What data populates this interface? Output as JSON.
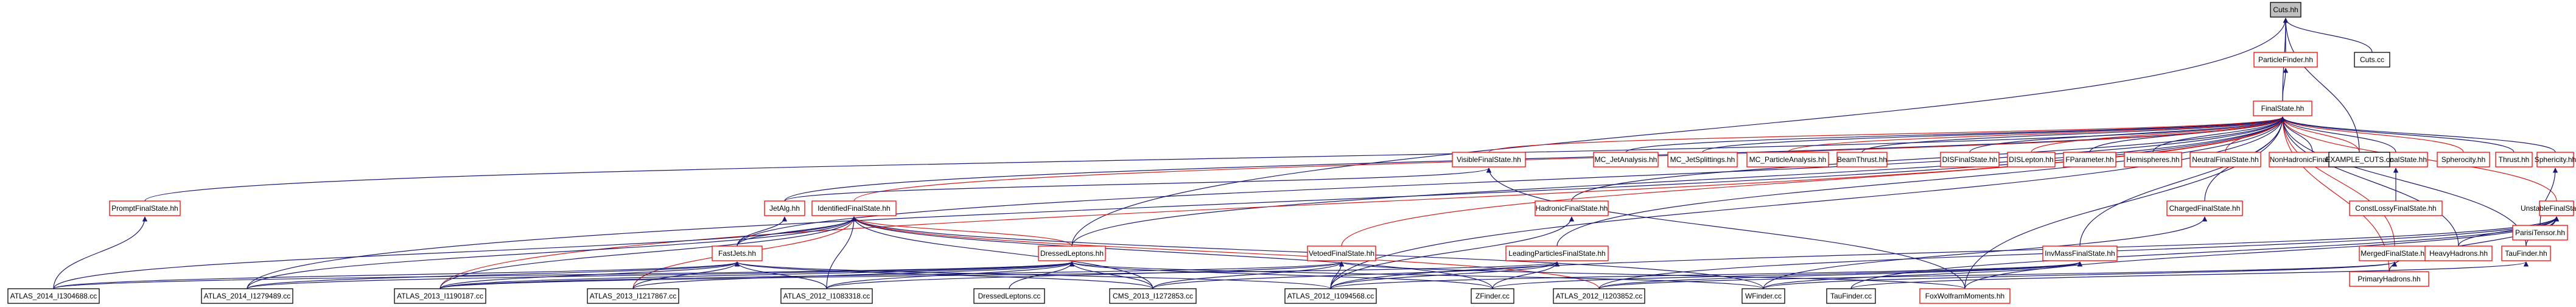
{
  "graph": {
    "root": "cuts",
    "colors": {
      "edge": "#191970",
      "edge_alt": "#cc1f1f",
      "root_fill": "#bfbfbf",
      "header_border": "#ff0000",
      "source_border": "#000000",
      "node_fill": "#ffffff"
    },
    "nodes": [
      {
        "id": "cuts",
        "label": "Cuts.hh",
        "kind": "root"
      },
      {
        "id": "particlefinder",
        "label": "ParticleFinder.hh",
        "kind": "header"
      },
      {
        "id": "cutscc",
        "label": "Cuts.cc",
        "kind": "source"
      },
      {
        "id": "finalstate",
        "label": "FinalState.hh",
        "kind": "header"
      },
      {
        "id": "visible",
        "label": "VisibleFinalState.hh",
        "kind": "header"
      },
      {
        "id": "mcjet",
        "label": "MC_JetAnalysis.hh",
        "kind": "header"
      },
      {
        "id": "mcsplit",
        "label": "MC_JetSplittings.hh",
        "kind": "header"
      },
      {
        "id": "mcparticle",
        "label": "MC_ParticleAnalysis.hh",
        "kind": "header"
      },
      {
        "id": "beamthrust",
        "label": "BeamThrust.hh",
        "kind": "header"
      },
      {
        "id": "disfs",
        "label": "DISFinalState.hh",
        "kind": "header"
      },
      {
        "id": "dislepton",
        "label": "DISLepton.hh",
        "kind": "header"
      },
      {
        "id": "fparameter",
        "label": "FParameter.hh",
        "kind": "header"
      },
      {
        "id": "hemispheres",
        "label": "Hemispheres.hh",
        "kind": "header"
      },
      {
        "id": "neutralfs",
        "label": "NeutralFinalState.hh",
        "kind": "header"
      },
      {
        "id": "nonhadronic",
        "label": "NonHadronicFinalState.hh",
        "kind": "header"
      },
      {
        "id": "lossyfs",
        "label": "LossyFinalState.hh",
        "kind": "header"
      },
      {
        "id": "spherocity",
        "label": "Spherocity.hh",
        "kind": "header"
      },
      {
        "id": "thrust",
        "label": "Thrust.hh",
        "kind": "header"
      },
      {
        "id": "sphericity",
        "label": "Sphericity.hh",
        "kind": "header"
      },
      {
        "id": "examplecuts",
        "label": "EXAMPLE_CUTS.cc",
        "kind": "source"
      },
      {
        "id": "promptfs",
        "label": "PromptFinalState.hh",
        "kind": "header"
      },
      {
        "id": "jetalg",
        "label": "JetAlg.hh",
        "kind": "header"
      },
      {
        "id": "identified",
        "label": "IdentifiedFinalState.hh",
        "kind": "header"
      },
      {
        "id": "hadronicfs",
        "label": "HadronicFinalState.hh",
        "kind": "header"
      },
      {
        "id": "chargedfs",
        "label": "ChargedFinalState.hh",
        "kind": "header"
      },
      {
        "id": "unstablefs",
        "label": "UnstableFinalState.hh",
        "kind": "header"
      },
      {
        "id": "constlossy",
        "label": "ConstLossyFinalState.hh",
        "kind": "header"
      },
      {
        "id": "paristensor",
        "label": "ParisiTensor.hh",
        "kind": "header"
      },
      {
        "id": "fastjets",
        "label": "FastJets.hh",
        "kind": "header"
      },
      {
        "id": "dressedleptons",
        "label": "DressedLeptons.hh",
        "kind": "header"
      },
      {
        "id": "vetoedfs",
        "label": "VetoedFinalState.hh",
        "kind": "header"
      },
      {
        "id": "leadingparticles",
        "label": "LeadingParticlesFinalState.hh",
        "kind": "header"
      },
      {
        "id": "invmassfs",
        "label": "InvMassFinalState.hh",
        "kind": "header"
      },
      {
        "id": "mergedfs",
        "label": "MergedFinalState.hh",
        "kind": "header"
      },
      {
        "id": "taufinder",
        "label": "TauFinder.hh",
        "kind": "header"
      },
      {
        "id": "heavyhadrons",
        "label": "HeavyHadrons.hh",
        "kind": "header"
      },
      {
        "id": "primaryhadrons",
        "label": "PrimaryHadrons.hh",
        "kind": "header"
      },
      {
        "id": "atlas2014a",
        "label": "ATLAS_2014_I1304688.cc",
        "kind": "source"
      },
      {
        "id": "atlas2014b",
        "label": "ATLAS_2014_I1279489.cc",
        "kind": "source"
      },
      {
        "id": "atlas2013a",
        "label": "ATLAS_2013_I1190187.cc",
        "kind": "source"
      },
      {
        "id": "atlas2013b",
        "label": "ATLAS_2013_I1217867.cc",
        "kind": "source"
      },
      {
        "id": "atlas2012a",
        "label": "ATLAS_2012_I1083318.cc",
        "kind": "source"
      },
      {
        "id": "dressedcc",
        "label": "DressedLeptons.cc",
        "kind": "source"
      },
      {
        "id": "cms2013",
        "label": "CMS_2013_I1272853.cc",
        "kind": "source"
      },
      {
        "id": "atlas2012b",
        "label": "ATLAS_2012_I1094568.cc",
        "kind": "source"
      },
      {
        "id": "zfinder",
        "label": "ZFinder.cc",
        "kind": "source"
      },
      {
        "id": "atlas2012c",
        "label": "ATLAS_2012_I1203852.cc",
        "kind": "source"
      },
      {
        "id": "wfinder",
        "label": "WFinder.cc",
        "kind": "source"
      },
      {
        "id": "taufindercc",
        "label": "TauFinder.cc",
        "kind": "source"
      },
      {
        "id": "foxwolfram",
        "label": "FoxWolframMoments.hh",
        "kind": "header"
      }
    ],
    "edges": [
      [
        "particlefinder",
        "cuts"
      ],
      [
        "cutscc",
        "cuts"
      ],
      [
        "finalstate",
        "cuts"
      ],
      [
        "examplecuts",
        "cuts"
      ],
      [
        "dressedleptons",
        "cuts"
      ],
      [
        "finalstate",
        "particlefinder"
      ],
      [
        "visible",
        "finalstate"
      ],
      [
        "mcjet",
        "finalstate"
      ],
      [
        "mcsplit",
        "finalstate"
      ],
      [
        "mcparticle",
        "finalstate"
      ],
      [
        "beamthrust",
        "finalstate"
      ],
      [
        "disfs",
        "finalstate"
      ],
      [
        "dislepton",
        "finalstate"
      ],
      [
        "fparameter",
        "finalstate"
      ],
      [
        "hemispheres",
        "finalstate"
      ],
      [
        "neutralfs",
        "finalstate"
      ],
      [
        "nonhadronic",
        "finalstate"
      ],
      [
        "lossyfs",
        "finalstate"
      ],
      [
        "spherocity",
        "finalstate"
      ],
      [
        "thrust",
        "finalstate"
      ],
      [
        "sphericity",
        "finalstate"
      ],
      [
        "examplecuts",
        "finalstate"
      ],
      [
        "promptfs",
        "finalstate"
      ],
      [
        "jetalg",
        "finalstate"
      ],
      [
        "identified",
        "finalstate"
      ],
      [
        "hadronicfs",
        "finalstate"
      ],
      [
        "chargedfs",
        "finalstate"
      ],
      [
        "unstablefs",
        "finalstate"
      ],
      [
        "fastjets",
        "finalstate"
      ],
      [
        "dressedleptons",
        "finalstate"
      ],
      [
        "vetoedfs",
        "finalstate"
      ],
      [
        "leadingparticles",
        "finalstate"
      ],
      [
        "invmassfs",
        "finalstate"
      ],
      [
        "mergedfs",
        "finalstate"
      ],
      [
        "taufinder",
        "finalstate"
      ],
      [
        "heavyhadrons",
        "finalstate"
      ],
      [
        "primaryhadrons",
        "finalstate"
      ],
      [
        "foxwolfram",
        "finalstate"
      ],
      [
        "atlas2014b",
        "finalstate"
      ],
      [
        "atlas2013a",
        "finalstate"
      ],
      [
        "atlas2012b",
        "finalstate"
      ],
      [
        "jetalg",
        "visible"
      ],
      [
        "foxwolfram",
        "visible"
      ],
      [
        "fastjets",
        "jetalg"
      ],
      [
        "constlossy",
        "lossyfs"
      ],
      [
        "paristensor",
        "sphericity"
      ],
      [
        "atlas2014a",
        "promptfs"
      ],
      [
        "fastjets",
        "identified"
      ],
      [
        "dressedleptons",
        "identified"
      ],
      [
        "atlas2014a",
        "identified"
      ],
      [
        "atlas2014b",
        "identified"
      ],
      [
        "atlas2013a",
        "identified"
      ],
      [
        "atlas2013b",
        "identified"
      ],
      [
        "atlas2012a",
        "identified"
      ],
      [
        "cms2013",
        "identified"
      ],
      [
        "zfinder",
        "identified"
      ],
      [
        "atlas2012c",
        "identified"
      ],
      [
        "wfinder",
        "identified"
      ],
      [
        "atlas2012b",
        "hadronicfs"
      ],
      [
        "wfinder",
        "chargedfs"
      ],
      [
        "taufinder",
        "unstablefs"
      ],
      [
        "heavyhadrons",
        "unstablefs"
      ],
      [
        "primaryhadrons",
        "unstablefs"
      ],
      [
        "foxwolfram",
        "unstablefs"
      ],
      [
        "atlas2012b",
        "unstablefs"
      ],
      [
        "atlas2012c",
        "unstablefs"
      ],
      [
        "taufindercc",
        "unstablefs"
      ],
      [
        "atlas2014a",
        "fastjets"
      ],
      [
        "atlas2014b",
        "fastjets"
      ],
      [
        "atlas2013a",
        "fastjets"
      ],
      [
        "atlas2013b",
        "fastjets"
      ],
      [
        "atlas2012a",
        "fastjets"
      ],
      [
        "cms2013",
        "fastjets"
      ],
      [
        "atlas2012b",
        "fastjets"
      ],
      [
        "atlas2014a",
        "dressedleptons"
      ],
      [
        "atlas2014b",
        "dressedleptons"
      ],
      [
        "atlas2013a",
        "dressedleptons"
      ],
      [
        "atlas2013b",
        "dressedleptons"
      ],
      [
        "atlas2012a",
        "dressedleptons"
      ],
      [
        "dressedcc",
        "dressedleptons"
      ],
      [
        "cms2013",
        "dressedleptons"
      ],
      [
        "zfinder",
        "dressedleptons"
      ],
      [
        "wfinder",
        "dressedleptons"
      ],
      [
        "atlas2013a",
        "vetoedfs"
      ],
      [
        "atlas2012a",
        "vetoedfs"
      ],
      [
        "cms2013",
        "vetoedfs"
      ],
      [
        "atlas2012b",
        "vetoedfs"
      ],
      [
        "foxwolfram",
        "vetoedfs"
      ],
      [
        "atlas2013a",
        "leadingparticles"
      ],
      [
        "cms2013",
        "leadingparticles"
      ],
      [
        "atlas2012b",
        "leadingparticles"
      ],
      [
        "zfinder",
        "leadingparticles"
      ],
      [
        "zfinder",
        "invmassfs"
      ],
      [
        "wfinder",
        "invmassfs"
      ],
      [
        "atlas2012c",
        "invmassfs"
      ],
      [
        "atlas2012b",
        "invmassfs"
      ],
      [
        "atlas2012c",
        "mergedfs"
      ],
      [
        "wfinder",
        "mergedfs"
      ],
      [
        "taufindercc",
        "taufinder"
      ]
    ]
  }
}
